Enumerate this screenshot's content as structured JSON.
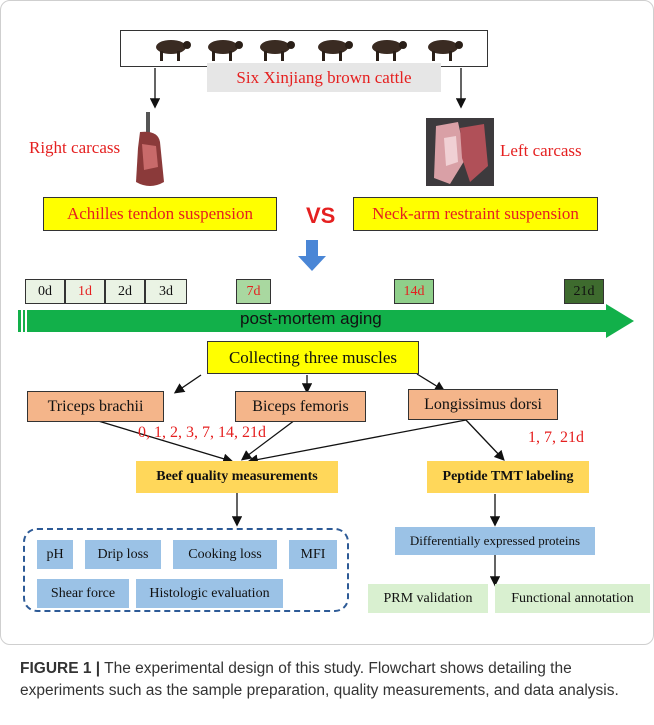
{
  "header": {
    "title": "Six Xinjiang brown cattle"
  },
  "carcass": {
    "right_label": "Right carcass",
    "left_label": "Left carcass",
    "right_method": "Achilles tendon suspension",
    "left_method": "Neck-arm restraint suspension",
    "vs": "VS"
  },
  "timeline": {
    "days": [
      "0d",
      "1d",
      "2d",
      "3d",
      "7d",
      "14d",
      "21d"
    ],
    "arrow_label": "post-mortem aging"
  },
  "collect": "Collecting three muscles",
  "muscles": [
    "Triceps brachii",
    "Biceps femoris",
    "Longissimus dorsi"
  ],
  "time_points_left": "0, 1, 2, 3, 7, 14, 21d",
  "time_points_right": "1, 7, 21d",
  "beef_quality": {
    "title": "Beef quality measurements",
    "items": [
      "pH",
      "Drip loss",
      "Cooking loss",
      "MFI",
      "Shear force",
      "Histologic evaluation"
    ]
  },
  "proteomics": {
    "title": "Peptide TMT labeling",
    "dep": "Differentially expressed proteins",
    "prm": "PRM validation",
    "func": "Functional annotation"
  },
  "caption": {
    "label": "FIGURE 1 |",
    "text": " The experimental design of this study. Flowchart shows detailing the experiments such as the sample preparation, quality measurements, and data analysis."
  },
  "colors": {
    "accent_red": "#e52020",
    "green_arrow": "#12b04a",
    "blue_arrow": "#4a86d6"
  }
}
